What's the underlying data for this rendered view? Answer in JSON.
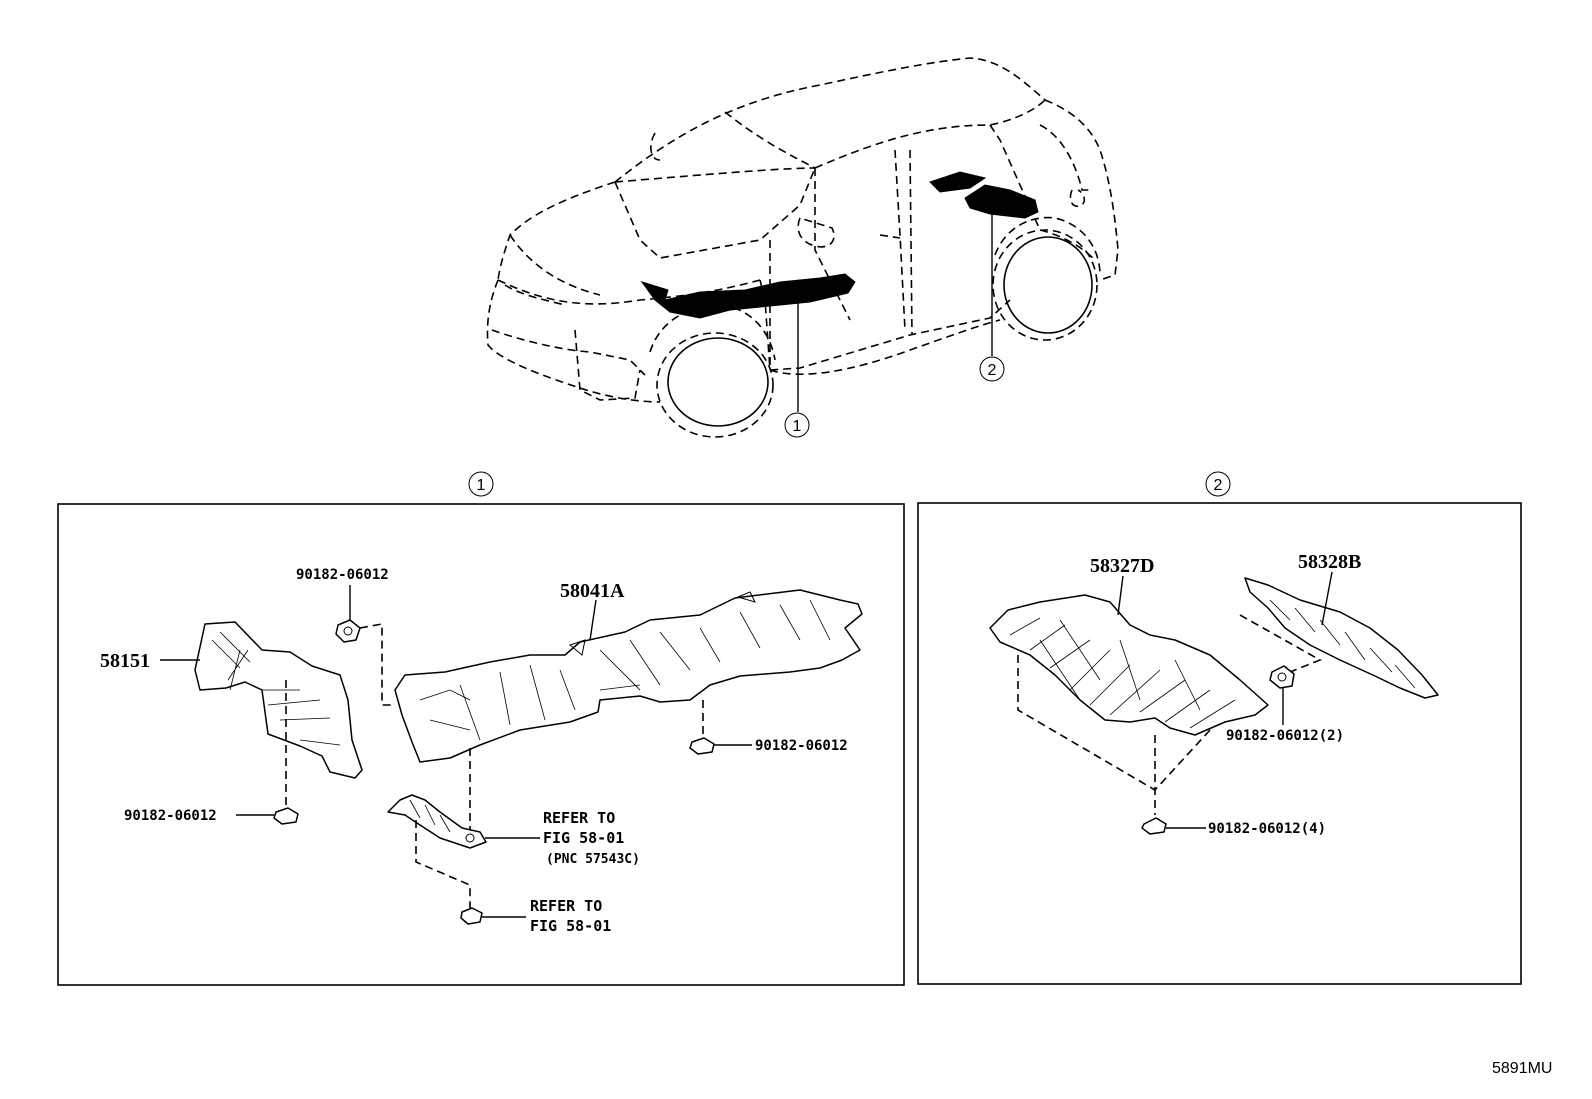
{
  "callouts": {
    "one": "1",
    "two": "2"
  },
  "panel1": {
    "parts": {
      "p58151": "58151",
      "p58041A": "58041A"
    },
    "clips": {
      "top": "90182-06012",
      "right": "90182-06012",
      "left": "90182-06012"
    },
    "refer1": {
      "line1": "REFER TO",
      "line2": "FIG 58-01",
      "line3": "(PNC 57543C)"
    },
    "refer2": {
      "line1": "REFER TO",
      "line2": "FIG 58-01"
    }
  },
  "panel2": {
    "parts": {
      "p58327D": "58327D",
      "p58328B": "58328B"
    },
    "clips": {
      "right": "90182-06012(2)",
      "bottom": "90182-06012(4)"
    }
  },
  "diagram_code": "5891MU"
}
